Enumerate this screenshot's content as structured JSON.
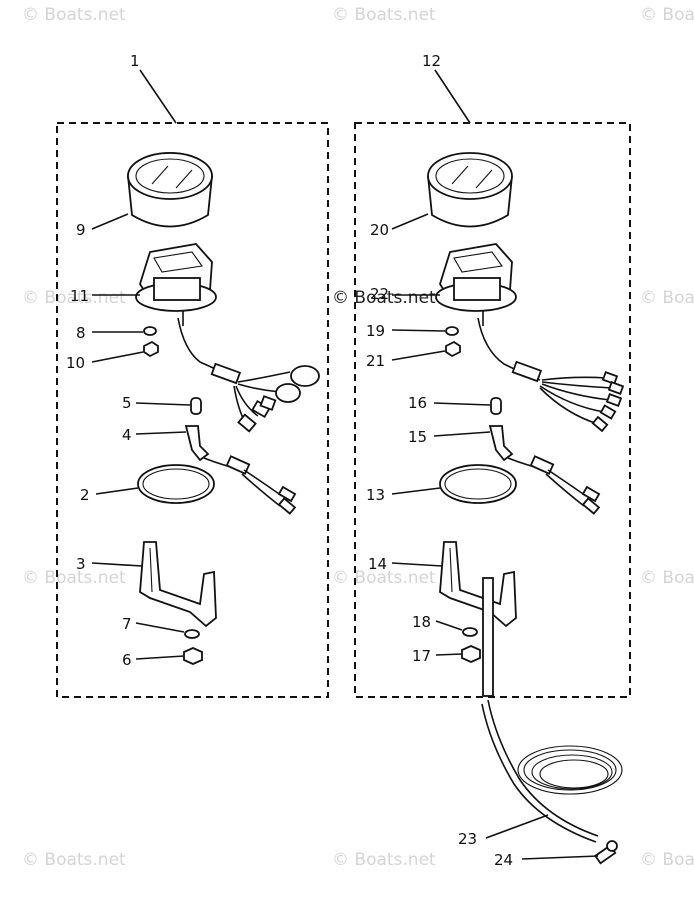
{
  "watermark": "© Boats.net",
  "labels": {
    "l1": "1",
    "l2": "2",
    "l3": "3",
    "l4": "4",
    "l5": "5",
    "l6": "6",
    "l7": "7",
    "l8": "8",
    "l9": "9",
    "l10": "10",
    "l11": "11",
    "l12": "12",
    "l13": "13",
    "l14": "14",
    "l15": "15",
    "l16": "16",
    "l17": "17",
    "l18": "18",
    "l19": "19",
    "l20": "20",
    "l21": "21",
    "l22": "22",
    "l23": "23",
    "l24": "24"
  }
}
